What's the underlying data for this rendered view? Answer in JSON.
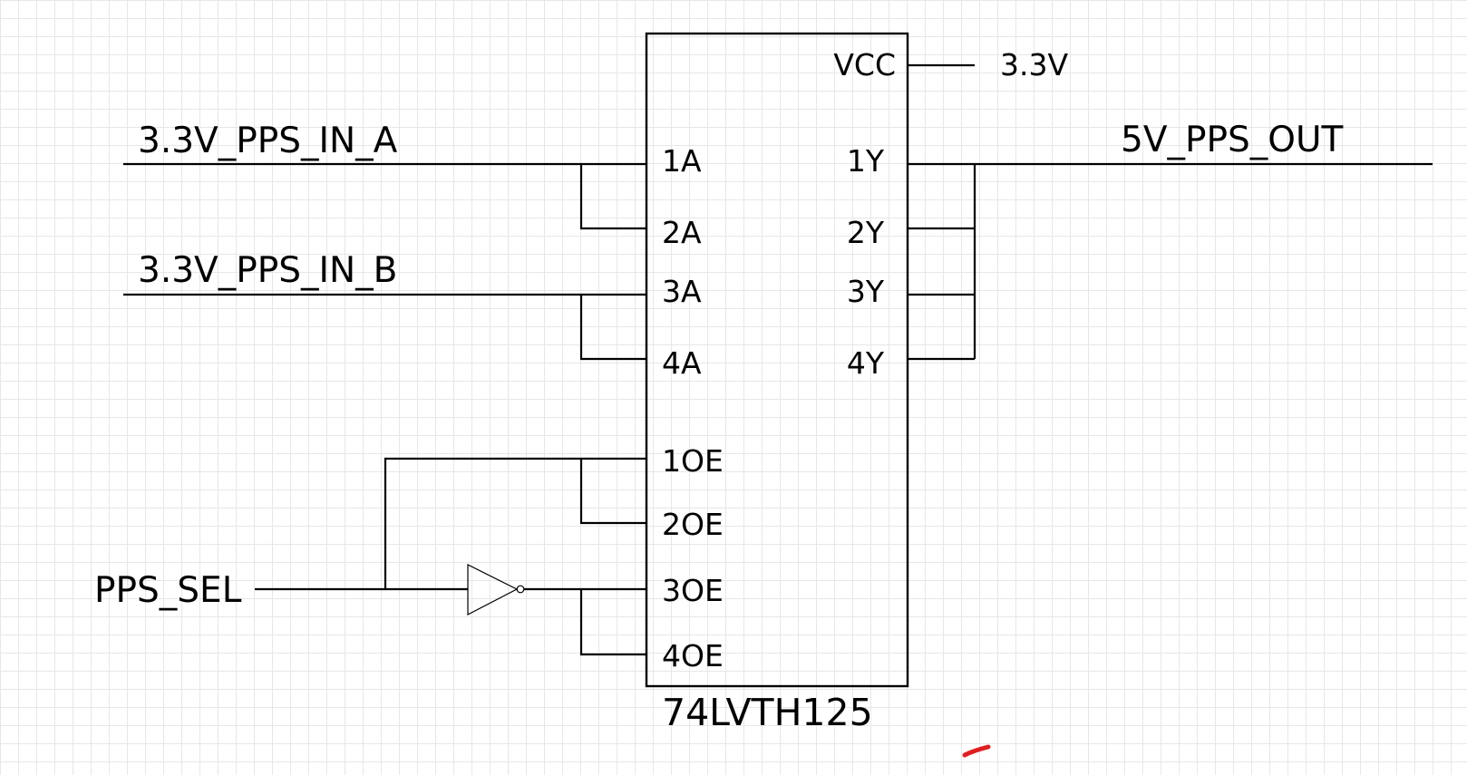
{
  "chip": {
    "part_number": "74LVTH125",
    "pins_left": [
      "1A",
      "2A",
      "3A",
      "4A",
      "1OE",
      "2OE",
      "3OE",
      "4OE"
    ],
    "pins_right": [
      "VCC",
      "1Y",
      "2Y",
      "3Y",
      "4Y"
    ]
  },
  "nets": {
    "in_a": "3.3V_PPS_IN_A",
    "in_b": "3.3V_PPS_IN_B",
    "select": "PPS_SEL",
    "output": "5V_PPS_OUT",
    "supply": "3.3V"
  },
  "colors": {
    "line": "#000000",
    "grid": "#e7e7e7",
    "mark": "#e02020"
  }
}
